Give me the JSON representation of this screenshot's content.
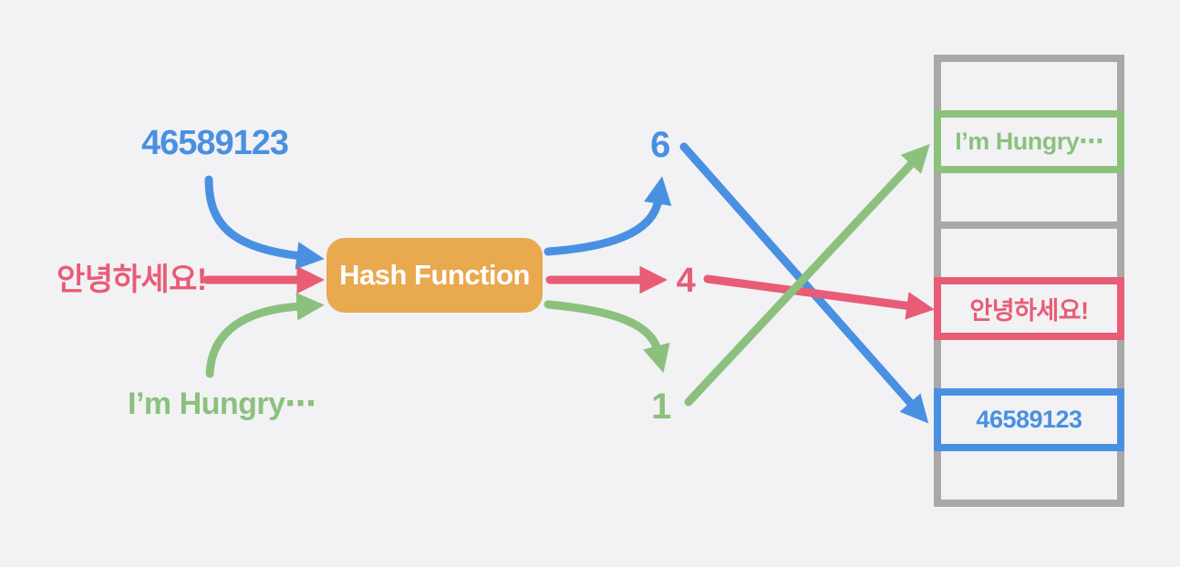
{
  "colors": {
    "background": "#f2f2f4",
    "blue": "#4a90e2",
    "pink": "#e85c75",
    "green": "#8bc17d",
    "orange": "#e9a94f",
    "gray": "#a8a8a8",
    "white": "#ffffff"
  },
  "inputs": {
    "number": {
      "label": "46589123"
    },
    "korean": {
      "label": "안녕하세요!"
    },
    "english": {
      "label": "I’m Hungry⋯"
    }
  },
  "hash_box": {
    "label": "Hash Function"
  },
  "hash_values": {
    "number": {
      "value": "6"
    },
    "korean": {
      "value": "4"
    },
    "english": {
      "value": "1"
    }
  },
  "table": {
    "rows": [
      {
        "index": 0,
        "value": "",
        "highlight": "none"
      },
      {
        "index": 1,
        "value": "I’m Hungry⋯",
        "highlight": "green"
      },
      {
        "index": 2,
        "value": "",
        "highlight": "none"
      },
      {
        "index": 3,
        "value": "",
        "highlight": "none"
      },
      {
        "index": 4,
        "value": "안녕하세요!",
        "highlight": "pink"
      },
      {
        "index": 5,
        "value": "",
        "highlight": "none"
      },
      {
        "index": 6,
        "value": "46589123",
        "highlight": "blue"
      },
      {
        "index": 7,
        "value": "",
        "highlight": "none"
      }
    ]
  }
}
